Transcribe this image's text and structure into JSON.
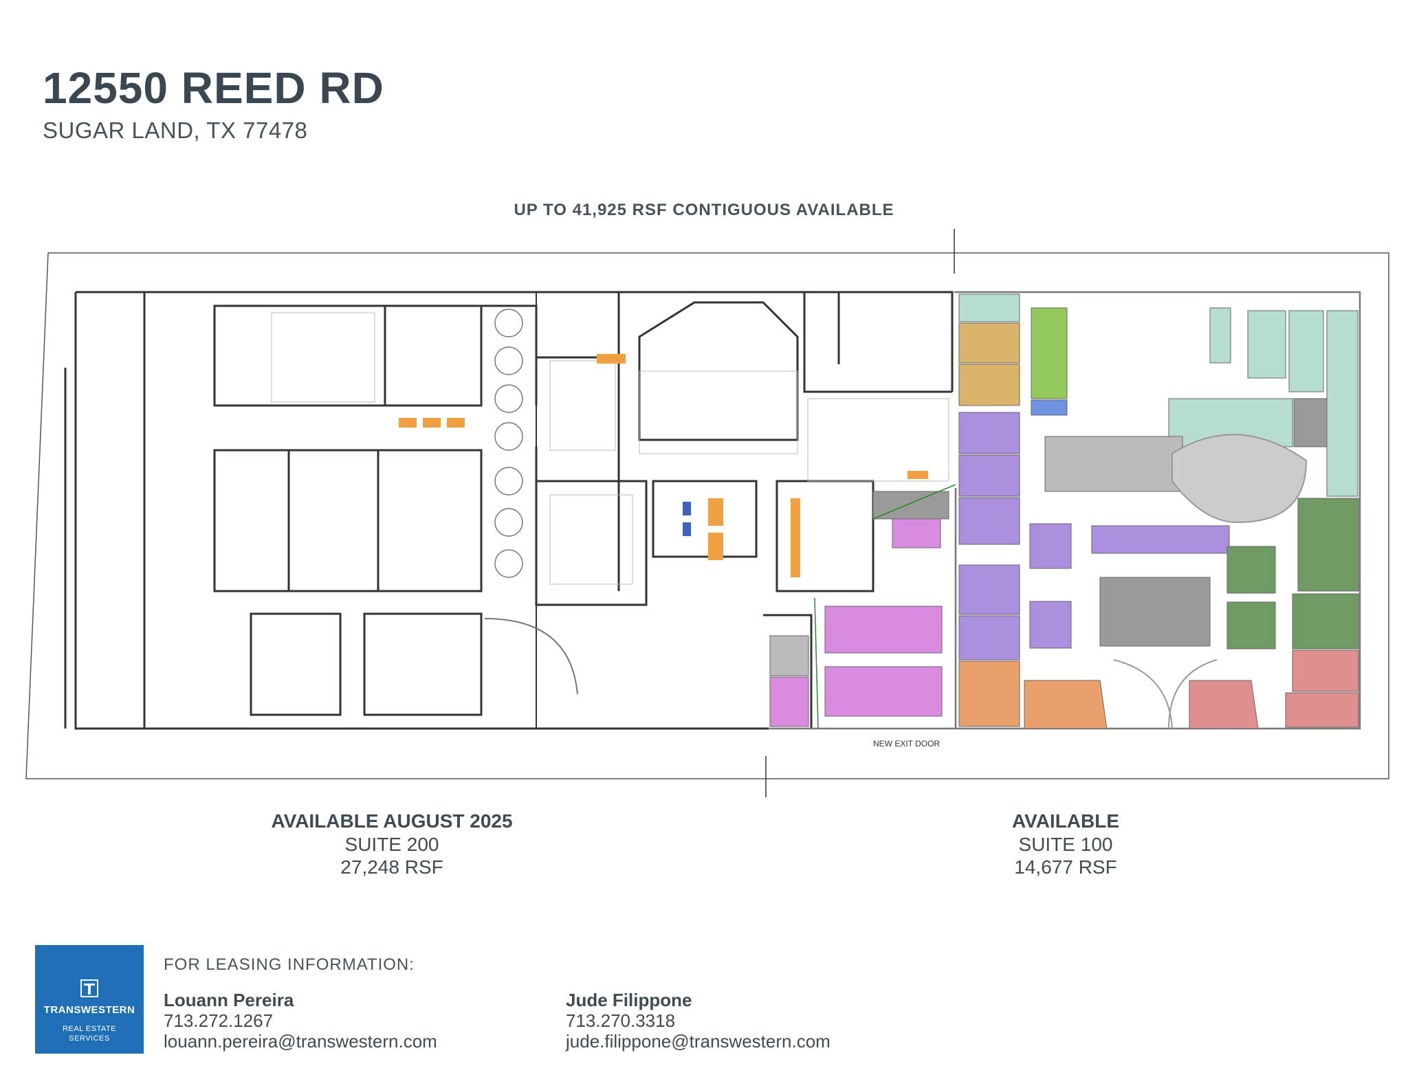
{
  "header": {
    "title": "12550 REED RD",
    "subtitle": "SUGAR LAND, TX 77478"
  },
  "plan": {
    "caption": "UP TO 41,925 RSF CONTIGUOUS AVAILABLE",
    "exit_label": "NEW EXIT DOOR",
    "colors": {
      "purple": "#a98fde",
      "green": "#93c95a",
      "tan": "#d9b46a",
      "teal": "#b5ddd0",
      "pink": "#d98be0",
      "orange": "#e9a06a",
      "salmon": "#e08f8f",
      "darkgreen": "#6f9a63",
      "gray": "#9a9a9a",
      "blue": "#6f93e3"
    }
  },
  "suite200": {
    "status": "AVAILABLE AUGUST 2025",
    "name": "SUITE 200",
    "area": "27,248 RSF"
  },
  "suite100": {
    "status": "AVAILABLE",
    "name": "SUITE 100",
    "area": "14,677 RSF"
  },
  "logo": {
    "name": "TRANSWESTERN",
    "line1": "REAL ESTATE",
    "line2": "SERVICES",
    "color": "#1f6fb7"
  },
  "leasing": {
    "label": "FOR LEASING INFORMATION:",
    "contacts": [
      {
        "name": "Louann Pereira",
        "phone": "713.272.1267",
        "email": "louann.pereira@transwestern.com"
      },
      {
        "name": "Jude Filippone",
        "phone": "713.270.3318",
        "email": "jude.filippone@transwestern.com"
      }
    ]
  }
}
